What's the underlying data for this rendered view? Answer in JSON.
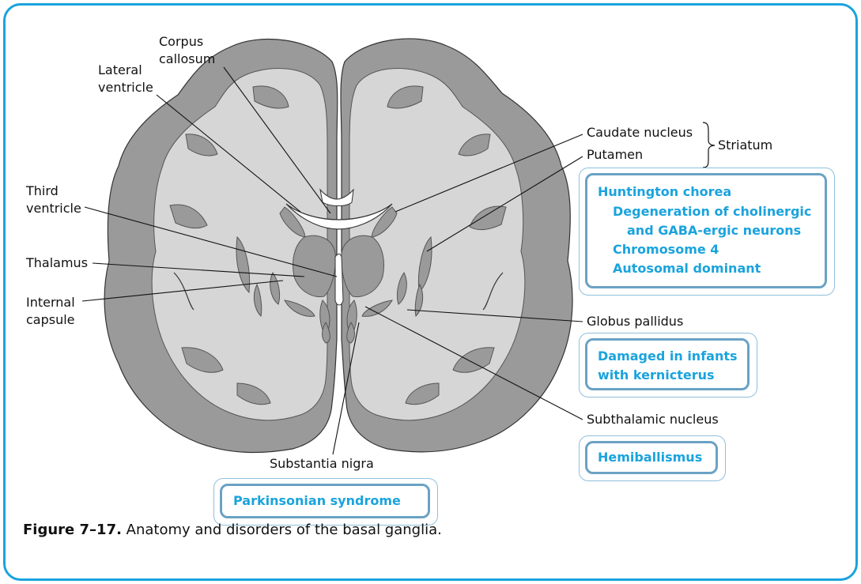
{
  "labels": {
    "corpus_callosum": [
      "Corpus",
      "callosum"
    ],
    "lateral_ventricle": [
      "Lateral",
      "ventricle"
    ],
    "third_ventricle": [
      "Third",
      "ventricle"
    ],
    "thalamus": "Thalamus",
    "internal_capsule": [
      "Internal",
      "capsule"
    ],
    "caudate_nucleus": "Caudate nucleus",
    "putamen": "Putamen",
    "striatum": "Striatum",
    "globus_pallidus": "Globus pallidus",
    "subthalamic_nucleus": "Subthalamic nucleus",
    "substantia_nigra": "Substantia nigra"
  },
  "boxes": {
    "huntington": {
      "title": "Huntington chorea",
      "line1": "Degeneration of cholinergic",
      "line2": "and GABA-ergic neurons",
      "line3": "Chromosome 4",
      "line4": "Autosomal dominant"
    },
    "kernicterus": {
      "line1": "Damaged in infants",
      "line2": "with kernicterus"
    },
    "hemiballismus": {
      "text": "Hemiballismus"
    },
    "parkinsonian": {
      "text": "Parkinsonian syndrome"
    }
  },
  "caption": {
    "figure_label": "Figure 7–17.",
    "text": "Anatomy and disorders of the basal ganglia."
  },
  "colors": {
    "frame": "#1aa3dd",
    "cortex": "#9a9a9a",
    "white_matter": "#d6d6d6",
    "box_text": "#1aa3dd"
  }
}
